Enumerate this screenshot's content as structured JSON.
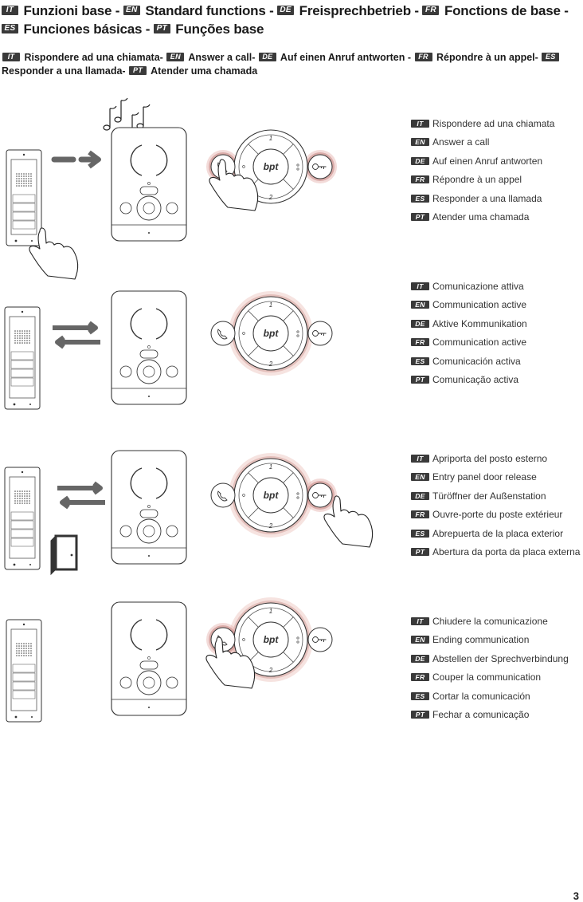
{
  "title": {
    "parts": [
      {
        "lang": "IT",
        "text": "Funzioni base -"
      },
      {
        "lang": "EN",
        "text": "Standard functions -"
      },
      {
        "lang": "DE",
        "text": "Freisprechbetrieb -"
      },
      {
        "lang": "FR",
        "text": "Fonctions de base -"
      },
      {
        "lang": "ES",
        "text": "Funciones básicas -"
      },
      {
        "lang": "PT",
        "text": "Funções base"
      }
    ]
  },
  "subtitle": {
    "parts": [
      {
        "lang": "IT",
        "text": "Rispondere ad una chiamata-"
      },
      {
        "lang": "EN",
        "text": "Answer a call-"
      },
      {
        "lang": "DE",
        "text": "Auf einen Anruf antworten -"
      },
      {
        "lang": "FR",
        "text": "Répondre à un appel-"
      },
      {
        "lang": "ES",
        "text": "Responder a una llamada-"
      },
      {
        "lang": "PT",
        "text": "Atender uma chamada"
      }
    ]
  },
  "sections": [
    {
      "rows": [
        {
          "lang": "IT",
          "text": "Rispondere ad una chiamata"
        },
        {
          "lang": "EN",
          "text": "Answer a call"
        },
        {
          "lang": "DE",
          "text": "Auf einen Anruf antworten"
        },
        {
          "lang": "FR",
          "text": "Répondre à un appel"
        },
        {
          "lang": "ES",
          "text": "Responder a una llamada"
        },
        {
          "lang": "PT",
          "text": "Atender uma chamada"
        }
      ]
    },
    {
      "rows": [
        {
          "lang": "IT",
          "text": "Comunicazione attiva"
        },
        {
          "lang": "EN",
          "text": "Communication active"
        },
        {
          "lang": "DE",
          "text": "Aktive Kommunikation"
        },
        {
          "lang": "FR",
          "text": "Communication active"
        },
        {
          "lang": "ES",
          "text": "Comunicación activa"
        },
        {
          "lang": "PT",
          "text": "Comunicação activa"
        }
      ]
    },
    {
      "rows": [
        {
          "lang": "IT",
          "text": "Apriporta del posto esterno"
        },
        {
          "lang": "EN",
          "text": "Entry panel door release"
        },
        {
          "lang": "DE",
          "text": "Türöffner der Außenstation"
        },
        {
          "lang": "FR",
          "text": "Ouvre-porte du poste extérieur"
        },
        {
          "lang": "ES",
          "text": "Abrepuerta de la placa exterior"
        },
        {
          "lang": "PT",
          "text": "Abertura da porta da placa externa"
        }
      ]
    },
    {
      "rows": [
        {
          "lang": "IT",
          "text": "Chiudere la comunicazione"
        },
        {
          "lang": "EN",
          "text": "Ending communication"
        },
        {
          "lang": "DE",
          "text": "Abstellen der Sprechverbindung"
        },
        {
          "lang": "FR",
          "text": "Couper la communication"
        },
        {
          "lang": "ES",
          "text": "Cortar la comunicación"
        },
        {
          "lang": "PT",
          "text": "Fechar a comunicação"
        }
      ]
    }
  ],
  "keypad": {
    "logo": "bpt",
    "top_mark": "1",
    "bottom_mark": "2"
  },
  "page_number": "3"
}
